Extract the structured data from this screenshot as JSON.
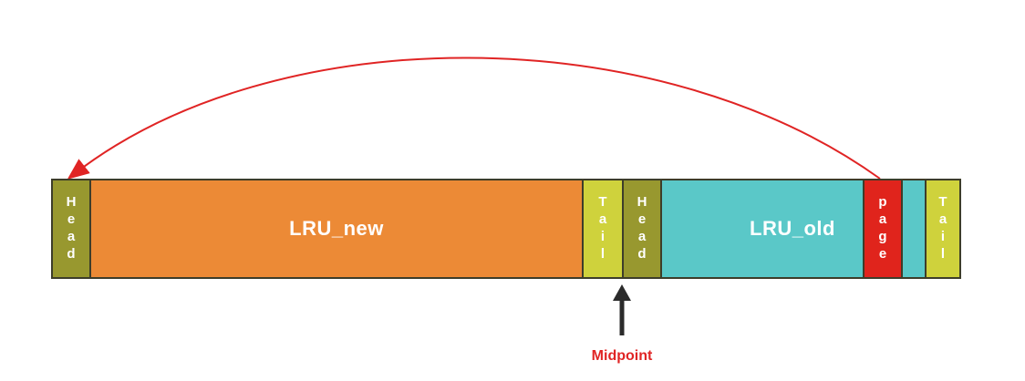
{
  "colors": {
    "head": "#98982f",
    "lru_new": "#ec8a36",
    "tail": "#cfd23c",
    "lru_old": "#5ac8c8",
    "page": "#e0241c",
    "arc": "#e02424",
    "midpoint_label": "#e02424",
    "midpoint_arrow": "#2b2b2b"
  },
  "segments": [
    {
      "id": "head-new",
      "label": "Head",
      "color_key": "head"
    },
    {
      "id": "lru-new",
      "label": "LRU_new",
      "color_key": "lru_new"
    },
    {
      "id": "tail-new",
      "label": "Tail",
      "color_key": "tail"
    },
    {
      "id": "head-old",
      "label": "Head",
      "color_key": "head"
    },
    {
      "id": "lru-old",
      "label": "LRU_old",
      "color_key": "lru_old"
    },
    {
      "id": "page",
      "label": "page",
      "color_key": "page"
    },
    {
      "id": "lru-old-rest",
      "label": "",
      "color_key": "lru_old"
    },
    {
      "id": "tail-old",
      "label": "Tail",
      "color_key": "tail"
    }
  ],
  "midpoint": {
    "label": "Midpoint"
  }
}
